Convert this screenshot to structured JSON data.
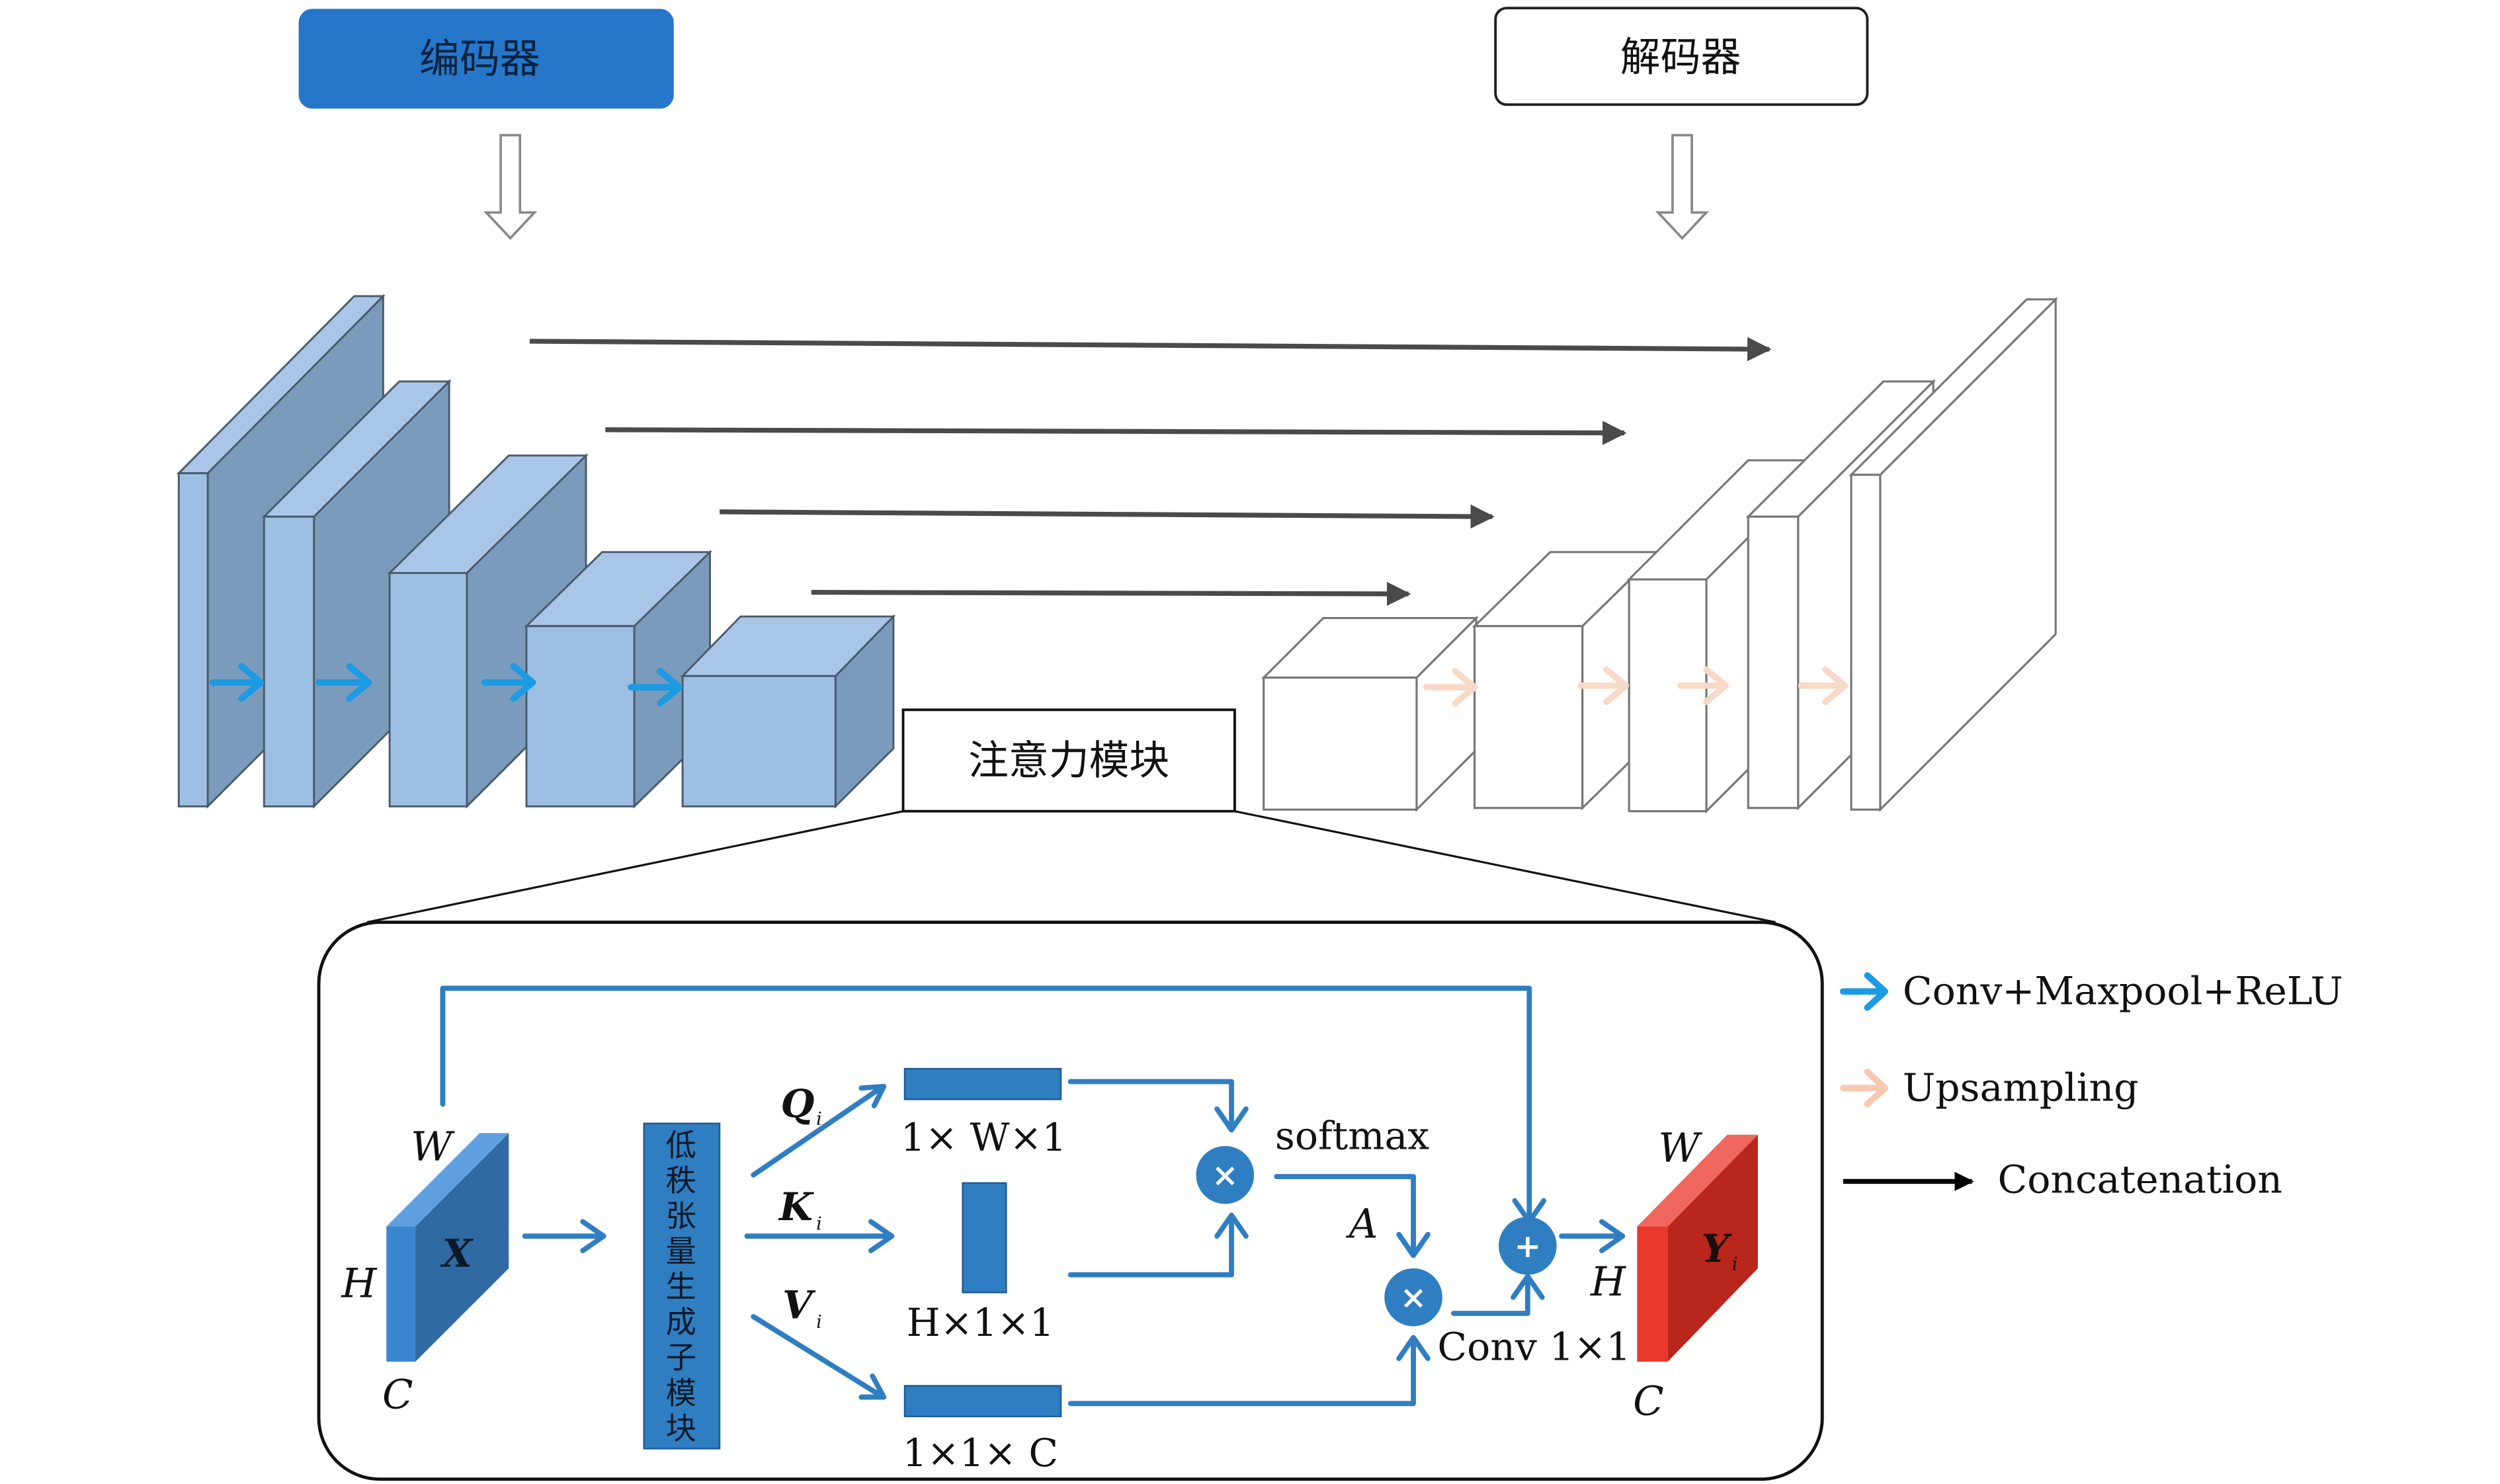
{
  "labels": {
    "encoder": "编码器",
    "decoder": "解码器",
    "attention_module": "注意力模块",
    "lowrank_generator": "低秩张量生成子模块",
    "input_tensor": "X",
    "output_tensor_base": "Y",
    "output_tensor_sub": "i",
    "q_base": "Q",
    "q_sub": "i",
    "k_base": "K",
    "k_sub": "i",
    "v_base": "V",
    "v_sub": "i",
    "dim_w_in": "W",
    "dim_h_in": "H",
    "dim_c_in": "C",
    "dim_w_out": "W",
    "dim_h_out": "H",
    "dim_c_out": "C",
    "q_shape": "1× W×1",
    "k_shape": "H×1×1",
    "v_shape": "1×1× C",
    "softmax": "softmax",
    "attention_map": "A",
    "conv1x1": "Conv 1×1",
    "mult_symbol": "×",
    "add_symbol": "+"
  },
  "legend": [
    {
      "label": "Conv+Maxpool+ReLU",
      "color": "#1a9be3"
    },
    {
      "label": "Upsampling",
      "color": "#f7c9b0"
    },
    {
      "label": "Concatenation",
      "color": "#000000"
    }
  ],
  "colors": {
    "encoder_box": "#2677c9",
    "encoder_block_front": "#9dbfe3",
    "encoder_block_side": "#7a9bbb",
    "encoder_block_top": "#a9c6e8",
    "decoder_block": "#ffffff",
    "flow_arrow": "#2f7ec2",
    "skip_arrow": "#4a4a4a",
    "input_tensor_front": "#2f6aa3",
    "input_tensor_side": "#3a86d0",
    "output_tensor_front": "#b8261c",
    "output_tensor_side": "#e8392c",
    "op_circle": "#2f7ec2"
  }
}
